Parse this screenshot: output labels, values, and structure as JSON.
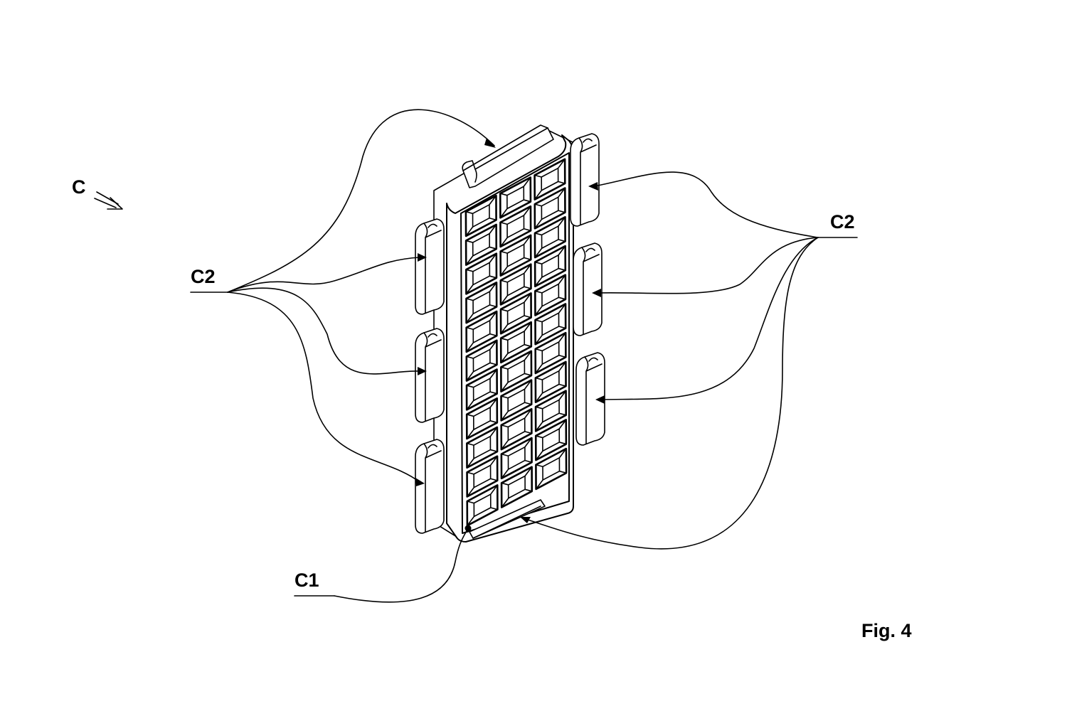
{
  "figure": {
    "caption": "Fig. 4",
    "labels": {
      "assembly": "C",
      "clip_left": "C2",
      "clip_right": "C2",
      "body": "C1"
    }
  },
  "grid": {
    "rows": 11,
    "cols": 3
  }
}
